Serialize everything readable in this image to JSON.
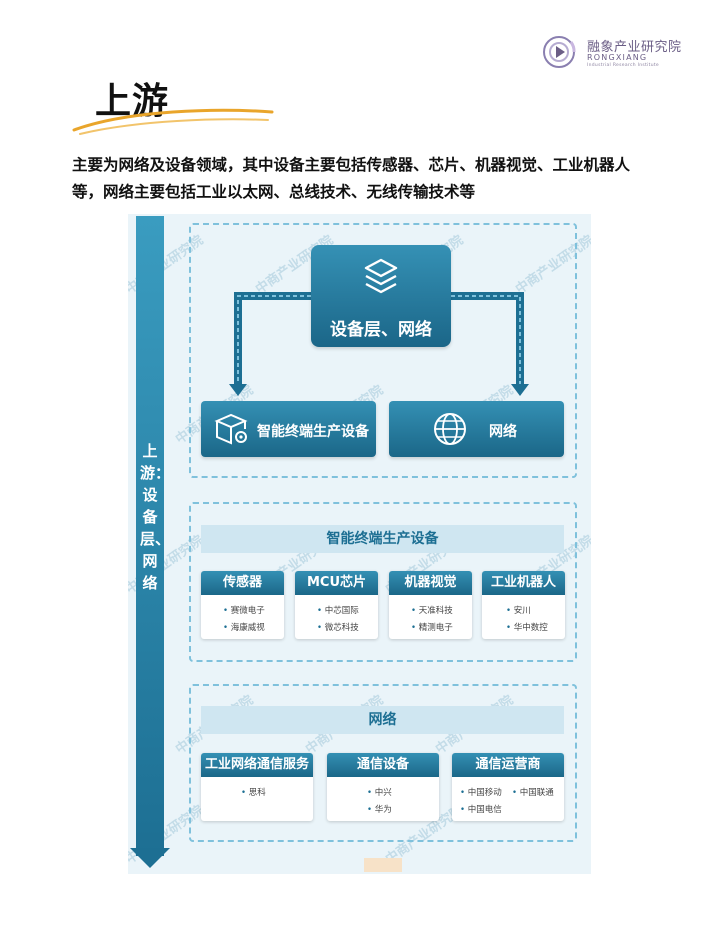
{
  "logo": {
    "name": "融象产业研究院",
    "name_en": "RONGXIANG",
    "subtitle": "Industrial Research Institute"
  },
  "title": "上游",
  "intro": "主要为网络及设备领域，其中设备主要包括传感器、芯片、机器视觉、工业机器人等，网络主要包括工业以太网、总线技术、无线传输技术等",
  "diagram": {
    "side_label": "上游：设备层、网络",
    "watermark": "中商产业研究院",
    "top_node": {
      "label": "设备层、网络",
      "icon": "layers-icon"
    },
    "nodes": [
      {
        "label": "智能终端生产设备",
        "icon": "box-gear-icon"
      },
      {
        "label": "网络",
        "icon": "globe-icon"
      }
    ],
    "section_devices": {
      "title": "智能终端生产设备",
      "cards": [
        {
          "title": "传感器",
          "items": [
            "赛微电子",
            "海康威视"
          ]
        },
        {
          "title": "MCU芯片",
          "items": [
            "中芯国际",
            "微芯科技"
          ]
        },
        {
          "title": "机器视觉",
          "items": [
            "天准科技",
            "精测电子"
          ]
        },
        {
          "title": "工业机器人",
          "items": [
            "安川",
            "华中数控"
          ]
        }
      ]
    },
    "section_network": {
      "title": "网络",
      "cards": [
        {
          "title": "工业网络通信服务",
          "items": [
            "思科"
          ]
        },
        {
          "title": "通信设备",
          "items": [
            "中兴",
            "华为"
          ]
        },
        {
          "title": "通信运营商",
          "items": [
            "中国移动",
            "中国联通",
            "中国电信"
          ]
        }
      ]
    }
  },
  "colors": {
    "primary": "#1d6f93",
    "primary_light": "#3490b4",
    "band": "#cfe6f1",
    "background": "#eaf4f9",
    "accent_swoosh": "#e9a52b",
    "logo": "#6b5e86"
  }
}
